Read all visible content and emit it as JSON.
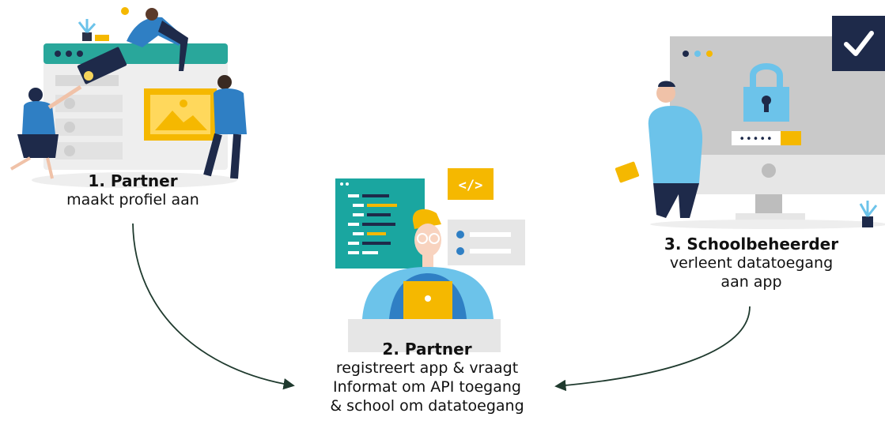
{
  "steps": [
    {
      "title": "1. Partner",
      "lines": [
        "maakt profiel aan"
      ]
    },
    {
      "title": "2. Partner",
      "lines": [
        "registreert app & vraagt",
        "Informat om API toegang",
        "& school om datatoegang"
      ]
    },
    {
      "title": "3. Schoolbeheerder",
      "lines": [
        "verleent datatoegang",
        "aan app"
      ]
    }
  ],
  "illustration": {
    "check_icon": "checkmark-icon",
    "code_icon": "code-brackets-icon",
    "code_glyph": "</>",
    "password_mask": "•••••",
    "lock_icon": "padlock-icon"
  },
  "colors": {
    "arrow": "#1f3a2e",
    "navy": "#1e2a4a",
    "blue": "#2f7fc4",
    "light_blue": "#6cc3ea",
    "yellow": "#f5b800",
    "teal": "#1aa6a0",
    "gray": "#e6e6e6"
  }
}
